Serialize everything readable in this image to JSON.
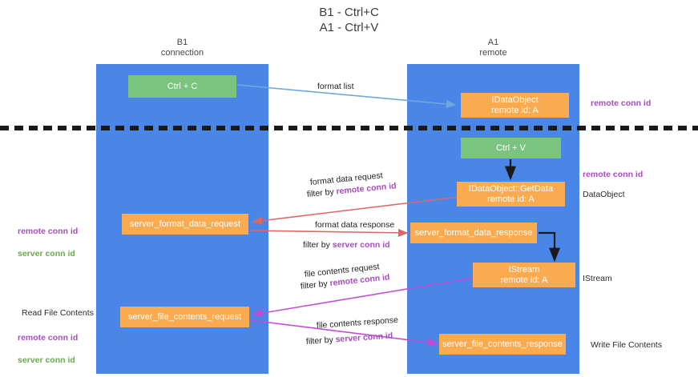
{
  "title": "B1 - Ctrl+C\nA1 - Ctrl+V",
  "columns": {
    "left": "B1\nconnection",
    "right": "A1\nremote"
  },
  "boxes": {
    "ctrl_c": "Ctrl + C",
    "idataobject": "IDataObject\nremote id: A",
    "ctrl_v": "Ctrl + V",
    "getdata": "IDataObject::GetData\nremote id: A",
    "server_format_data_request": "server_format_data_request",
    "server_format_data_response": "server_format_data_response",
    "istream": "IStream\nremote id: A",
    "server_file_contents_request": "server_file_contents_request",
    "server_file_contents_response": "server_file_contents_response"
  },
  "edge_labels": {
    "format_list": "format list",
    "format_data_request": "format data request",
    "format_data_request_filter_prefix": "filter by ",
    "format_data_request_filter_value": "remote conn id",
    "format_data_response": "format data response",
    "format_data_response_filter_prefix": "filter by ",
    "format_data_response_filter_value": "server conn id",
    "file_contents_request": "file contents request",
    "file_contents_request_filter_prefix": "filter by ",
    "file_contents_request_filter_value": "remote conn id",
    "file_contents_response": "file contents response",
    "file_contents_response_filter_prefix": "filter by ",
    "file_contents_response_filter_value": "server conn id"
  },
  "annotations": {
    "remote_conn_id_top": "remote conn id",
    "remote_conn_id_mid": "remote conn id",
    "dataobject": "DataObject",
    "istream": "IStream",
    "write_file_contents": "Write File Contents",
    "read_file_contents": "Read File Contents",
    "ids_mid_remote": "remote conn id",
    "ids_mid_server": "server conn id",
    "ids_low_remote": "remote conn id",
    "ids_low_server": "server conn id"
  },
  "colors": {
    "lane": "#4a86e8",
    "green_box": "#7ac47f",
    "orange_box": "#fbab4f",
    "purple_text": "#a64dbd",
    "green_text": "#6aa84f",
    "blue_arrow": "#6fa8dc",
    "red_arrow": "#e06666",
    "magenta_arrow": "#c24dd4",
    "divider": "#1a1a1a"
  }
}
